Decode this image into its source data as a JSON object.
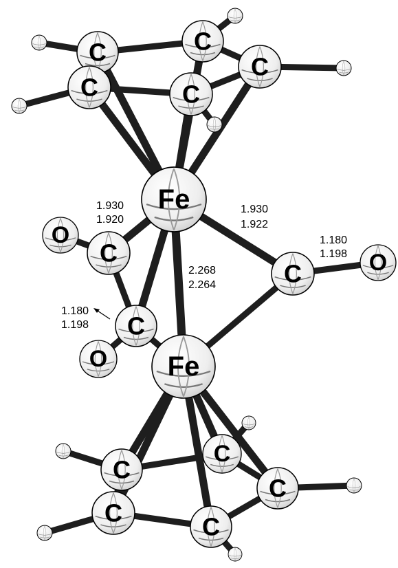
{
  "atoms": {
    "fe_top": "Fe",
    "fe_bottom": "Fe",
    "carbon": "C",
    "oxygen": "O"
  },
  "distances": {
    "fe_c_left_a": "1.930",
    "fe_c_left_b": "1.920",
    "fe_c_right_a": "1.930",
    "fe_c_right_b": "1.922",
    "c_o_right_a": "1.180",
    "c_o_right_b": "1.198",
    "fe_fe_a": "2.268",
    "fe_fe_b": "2.264",
    "c_o_left_a": "1.180",
    "c_o_left_b": "1.198"
  },
  "colors": {
    "bond": "#1e1e1e",
    "atom_fill": "#f2f2f2",
    "atom_outline": "#000000"
  }
}
